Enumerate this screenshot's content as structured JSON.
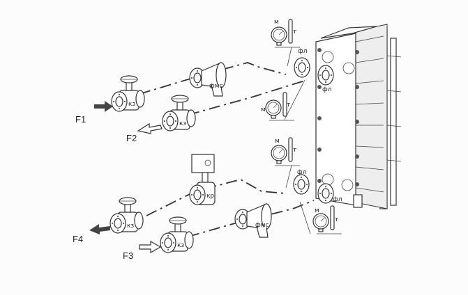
{
  "flows": {
    "f1": "F1",
    "f2": "F2",
    "f3": "F3",
    "f4": "F4"
  },
  "labels": {
    "valve": "кз",
    "filter": "фмс",
    "flange": "фл",
    "manometer": "м",
    "thermometer": "т",
    "control_valve": "кр"
  },
  "colors": {
    "line": "#333333",
    "background": "#fcfcfc"
  }
}
